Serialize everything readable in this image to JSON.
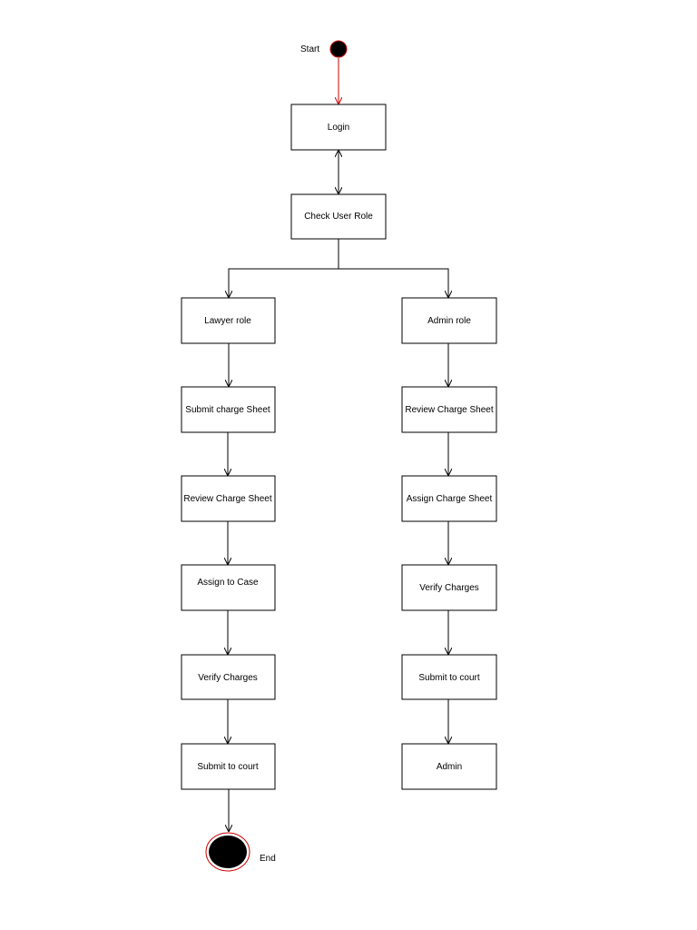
{
  "diagram": {
    "start_label": "Start",
    "end_label": "End",
    "nodes": {
      "login": "Login",
      "check_role": "Check User Role",
      "lawyer_role": "Lawyer role",
      "admin_role": "Admin role",
      "lawyer_submit_sheet": "Submit charge Sheet",
      "lawyer_review_sheet": "Review Charge Sheet",
      "lawyer_assign_case": "Assign to Case",
      "lawyer_verify": "Verify Charges",
      "lawyer_submit_court": "Submit to court",
      "admin_review_sheet": "Review Charge Sheet",
      "admin_assign_sheet": "Assign Charge Sheet",
      "admin_verify": "Verify Charges",
      "admin_submit_court": "Submit to court",
      "admin_final": "Admin"
    },
    "colors": {
      "stroke": "#000000",
      "start_end_fill": "#000000",
      "start_end_ring": "#cc0000",
      "start_edge": "#cc0000"
    }
  }
}
